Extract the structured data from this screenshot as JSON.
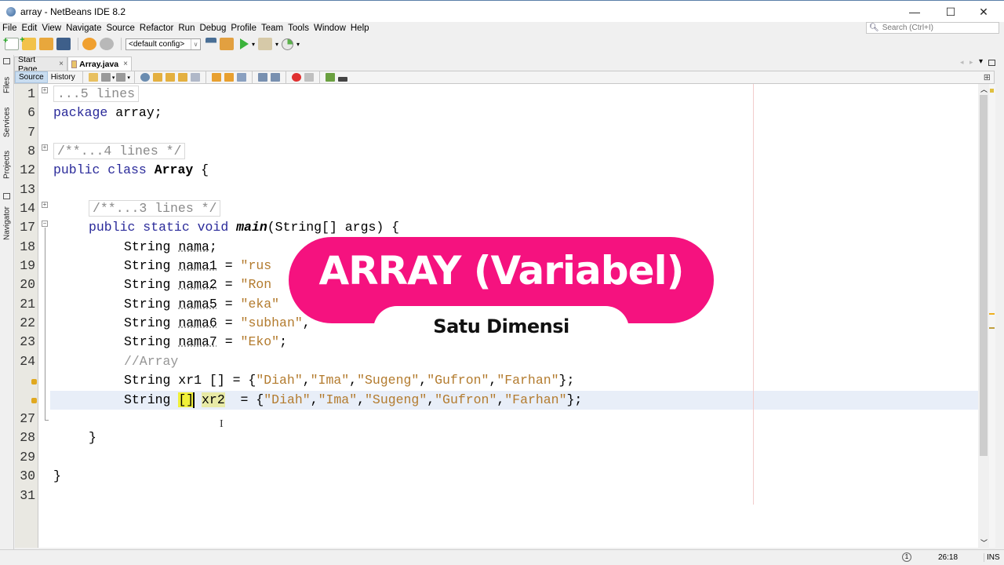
{
  "window": {
    "title": "array - NetBeans IDE 8.2",
    "minimize": "—",
    "maximize": "☐",
    "close": "✕"
  },
  "menu": [
    "File",
    "Edit",
    "View",
    "Navigate",
    "Source",
    "Refactor",
    "Run",
    "Debug",
    "Profile",
    "Team",
    "Tools",
    "Window",
    "Help"
  ],
  "search": {
    "placeholder": "Search (Ctrl+I)",
    "icon": "search-icon"
  },
  "toolbar": {
    "config": "<default config>",
    "icons": [
      "new-file-icon",
      "new-project-icon",
      "open-project-icon",
      "save-all-icon",
      "undo-icon",
      "redo-icon",
      "build-icon",
      "clean-build-icon",
      "run-icon",
      "debug-icon",
      "profile-icon"
    ]
  },
  "side_tabs": [
    "Files",
    "Services",
    "Projects",
    "Navigator"
  ],
  "tabs": [
    {
      "label": "Start Page",
      "close": "×"
    },
    {
      "label": "Array.java",
      "close": "×"
    }
  ],
  "editor_toolbar": {
    "source": "Source",
    "history": "History"
  },
  "code": {
    "line_numbers": [
      "1",
      "6",
      "7",
      "8",
      "12",
      "13",
      "14",
      "17",
      "18",
      "19",
      "20",
      "21",
      "22",
      "23",
      "24",
      "",
      "",
      "27",
      "28",
      "29",
      "30",
      "31"
    ],
    "fold1": "...5 lines",
    "pkg_kw": "package",
    "pkg_name": " array;",
    "fold2": "/**...4 lines */",
    "class_kw": "public class",
    "class_name": "Array",
    "class_open": " {",
    "fold3": "/**...3 lines */",
    "main_kw": "public static void",
    "main_name": "main",
    "main_sig": "(String[] args) {",
    "decl": [
      {
        "type": "String ",
        "name": "nama",
        "rest": ";",
        "value": ""
      },
      {
        "type": "String ",
        "name": "nama1",
        "rest": " = ",
        "value": "\"rus"
      },
      {
        "type": "String ",
        "name": "nama2",
        "rest": " = ",
        "value": "\"Ron"
      },
      {
        "type": "String ",
        "name": "nama5",
        "rest": " = ",
        "value": "\"eka\""
      },
      {
        "type": "String ",
        "name": "nama6",
        "rest": " = ",
        "value": "\"subhan\""
      },
      {
        "type": "String ",
        "name": "nama7",
        "rest": " = ",
        "value": "\"Eko\""
      }
    ],
    "decl6_tail": ",",
    "decl7_tail": ";",
    "comment_array": "//Array",
    "xr1_prefix": "String xr1 [] = {",
    "xr2_type": "String ",
    "xr2_brackets": "[]",
    "xr2_name": "xr2",
    "xr2_eq": "  = {",
    "arr_items": [
      "\"Diah\"",
      ",",
      "\"Ima\"",
      ",",
      "\"Sugeng\"",
      ",",
      "\"Gufron\"",
      ",",
      "\"Farhan\""
    ],
    "arr_close": "};",
    "close_main": "}",
    "close_class": "}"
  },
  "overlay": {
    "title": "ARRAY (Variabel)",
    "subtitle": "Satu Dimensi",
    "color": "#f5127f"
  },
  "status": {
    "notifications": "1",
    "position": "26:18",
    "mode": "INS"
  }
}
